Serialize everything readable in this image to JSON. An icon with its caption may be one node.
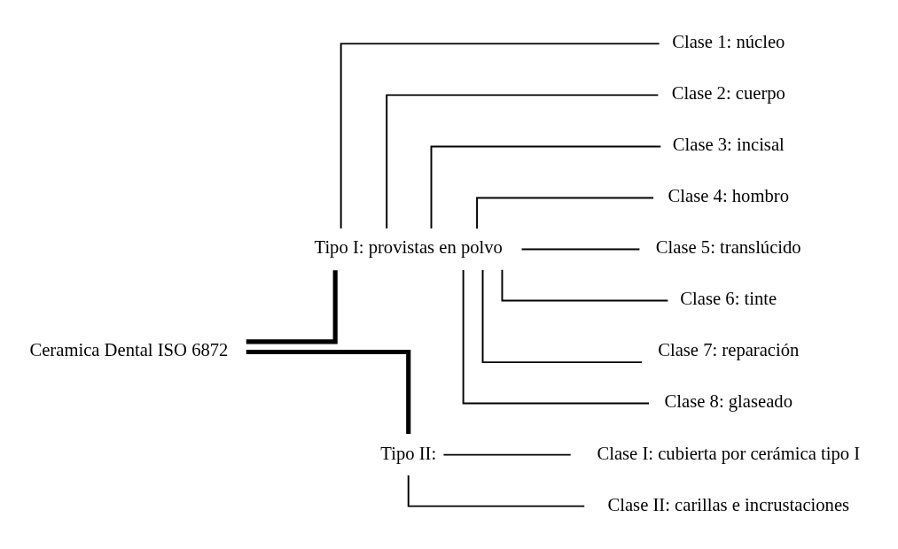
{
  "diagram": {
    "nodes": [
      {
        "text": [
          "Ceramica Dental ISO 6872"
        ]
      },
      {
        "text": [
          "Tipo I: provistas en polvo"
        ]
      },
      {
        "text": [
          "Clase 1: núcleo"
        ]
      },
      {
        "text": [
          "Clase 2: cuerpo"
        ]
      },
      {
        "text": [
          "Clase 3: incisal"
        ]
      },
      {
        "text": [
          "Clase 4: hombro"
        ]
      },
      {
        "text": [
          "Clase 5: translúcido"
        ]
      },
      {
        "text": [
          "Clase 6: tinte"
        ]
      },
      {
        "text": [
          "Clase 7: reparación"
        ]
      },
      {
        "text": [
          "Clase 8: glaseado"
        ]
      },
      {
        "text": [
          "Tipo II:"
        ]
      },
      {
        "text": [
          "Clase I: cubierta por cerámica tipo I"
        ]
      },
      {
        "text": [
          "Clase II: carillas e incrustaciones"
        ]
      }
    ],
    "edges": [
      {
        "from": 0,
        "to": 1,
        "arrow": "none",
        "style": "thick"
      },
      {
        "from": 0,
        "to": 10,
        "arrow": "none",
        "style": "thick"
      },
      {
        "from": 1,
        "to": 2,
        "arrow": "none"
      },
      {
        "from": 1,
        "to": 3,
        "arrow": "none"
      },
      {
        "from": 1,
        "to": 4,
        "arrow": "none"
      },
      {
        "from": 1,
        "to": 5,
        "arrow": "none"
      },
      {
        "from": 1,
        "to": 6,
        "arrow": "none"
      },
      {
        "from": 1,
        "to": 7,
        "arrow": "none"
      },
      {
        "from": 1,
        "to": 8,
        "arrow": "none"
      },
      {
        "from": 1,
        "to": 9,
        "arrow": "none"
      },
      {
        "from": 10,
        "to": 11,
        "arrow": "none"
      },
      {
        "from": 10,
        "to": 12,
        "arrow": "none"
      }
    ]
  }
}
